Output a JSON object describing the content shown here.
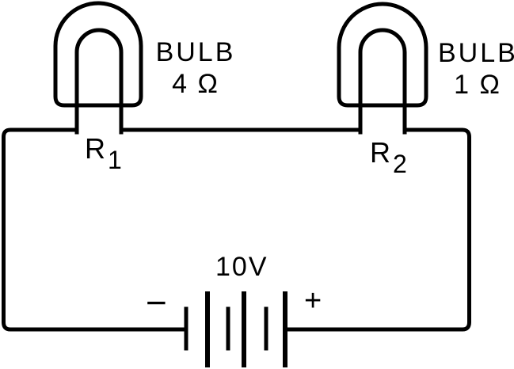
{
  "diagram": {
    "type": "series-circuit",
    "bulbs": [
      {
        "name": "BULB",
        "resistance": "4 Ω",
        "ref_letter": "R",
        "ref_subscript": "1"
      },
      {
        "name": "BULB",
        "resistance": "1 Ω",
        "ref_letter": "R",
        "ref_subscript": "2"
      }
    ],
    "battery": {
      "voltage": "10V",
      "negative_sign": "−",
      "positive_sign": "+",
      "cells": 3
    },
    "colors": {
      "ink": "#000000",
      "paper": "#ffffff"
    }
  }
}
